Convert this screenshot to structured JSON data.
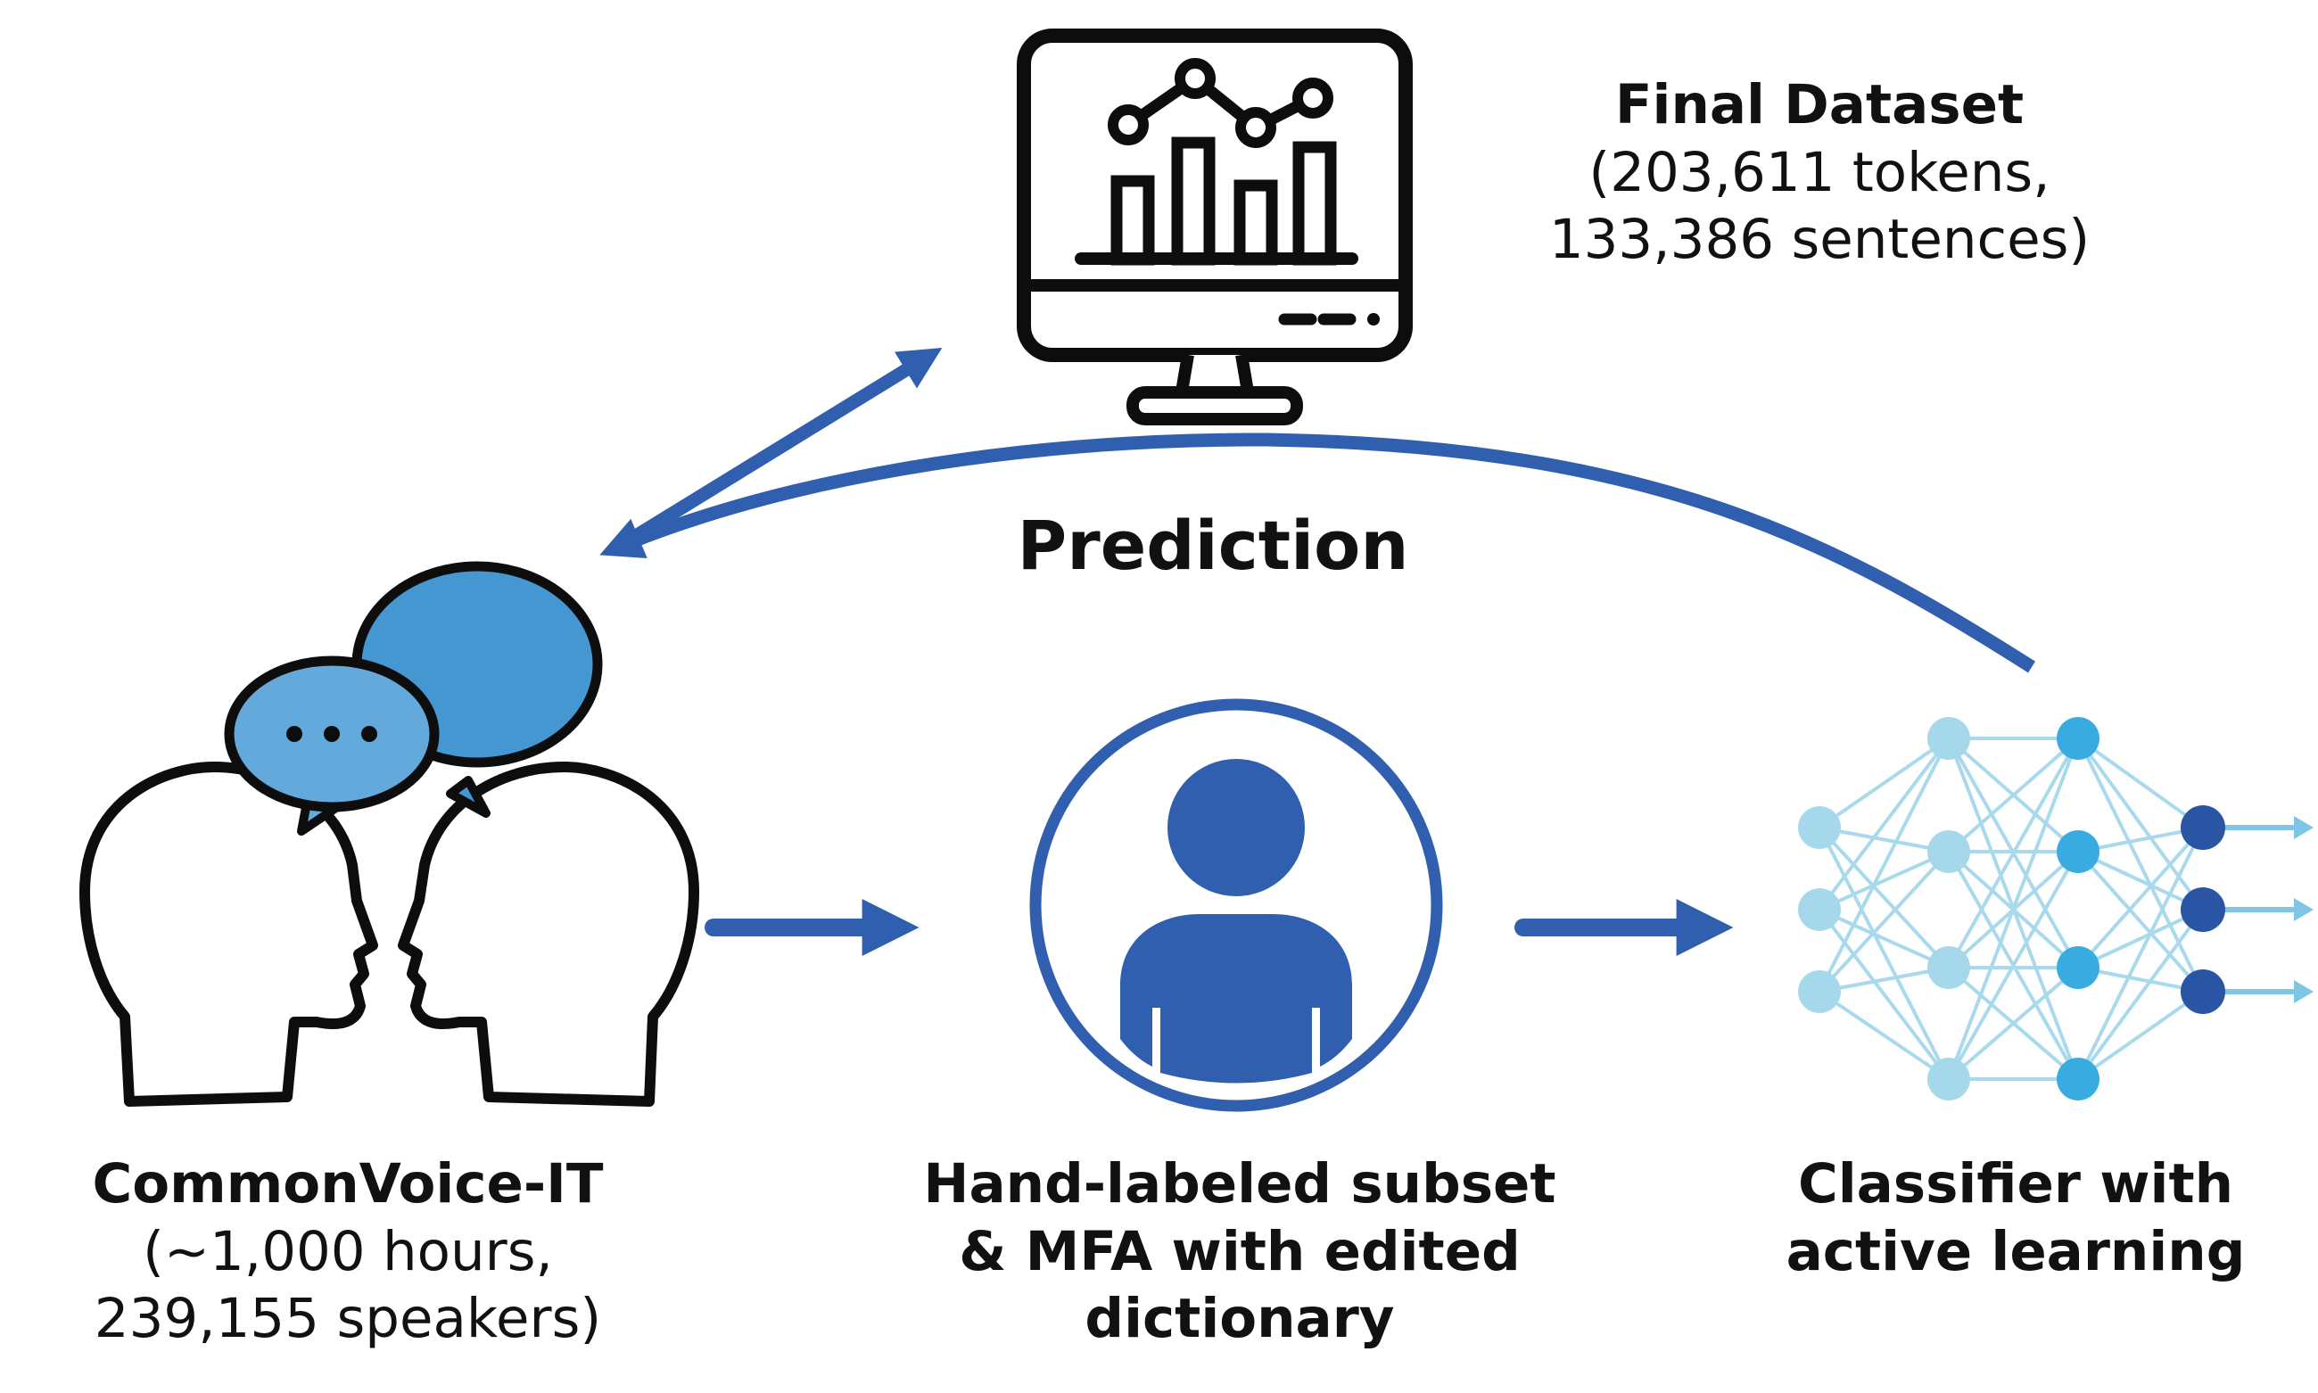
{
  "diagram": {
    "colors": {
      "arrow": "#2f5fae",
      "outline": "#0d0d0d",
      "person": "#2f5fae",
      "bubble_front": "#64a9dc",
      "bubble_back": "#4597d1",
      "nn_light": "#a6d8ec",
      "nn_mid": "#38ace0",
      "nn_dark": "#2a55a5",
      "nn_edge": "#a9d9ec"
    },
    "final_dataset": {
      "title": "Final Dataset",
      "line1": "(203,611 tokens,",
      "line2": "133,386 sentences)",
      "icon": "monitor-chart-icon"
    },
    "prediction": {
      "label": "Prediction"
    },
    "commonvoice": {
      "title": "CommonVoice-IT",
      "line1": "(~1,000 hours,",
      "line2": "239,155 speakers)",
      "icon": "people-speech-bubbles-icon"
    },
    "hand_labeled": {
      "line1": "Hand-labeled subset",
      "line2": "& MFA with edited",
      "line3": "dictionary",
      "icon": "person-circle-icon"
    },
    "classifier": {
      "line1": "Classifier with",
      "line2": "active learning",
      "icon": "neural-network-icon"
    }
  }
}
